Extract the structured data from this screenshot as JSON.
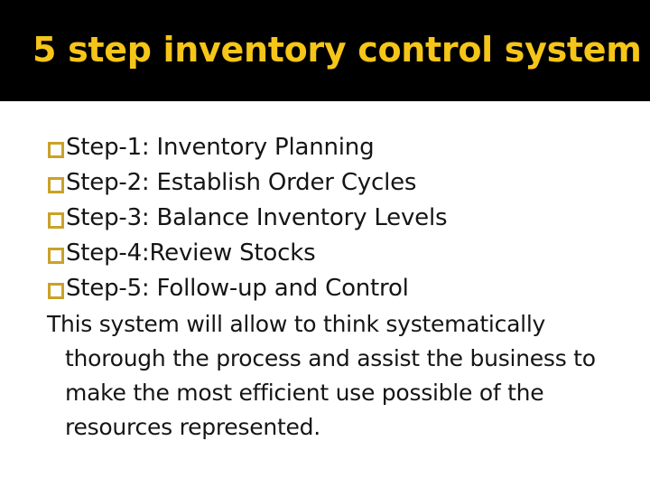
{
  "slide": {
    "background_color": "#ffffff",
    "header": {
      "band_color": "#000000",
      "title": "5 step inventory control system",
      "title_color": "#F5C518"
    },
    "body": {
      "bullet_color": "#C9A227",
      "text_color": "#151515",
      "bullets": [
        {
          "label": "Step-1: Inventory Planning"
        },
        {
          "label": "Step-2: Establish Order Cycles"
        },
        {
          "label": "Step-3: Balance Inventory Levels"
        },
        {
          "label": "Step-4:Review Stocks"
        },
        {
          "label": "Step-5: Follow-up and Control"
        }
      ],
      "paragraph": "This system will allow to think systematically thorough the process and assist the business to make the most efficient use possible of the resources represented."
    }
  }
}
